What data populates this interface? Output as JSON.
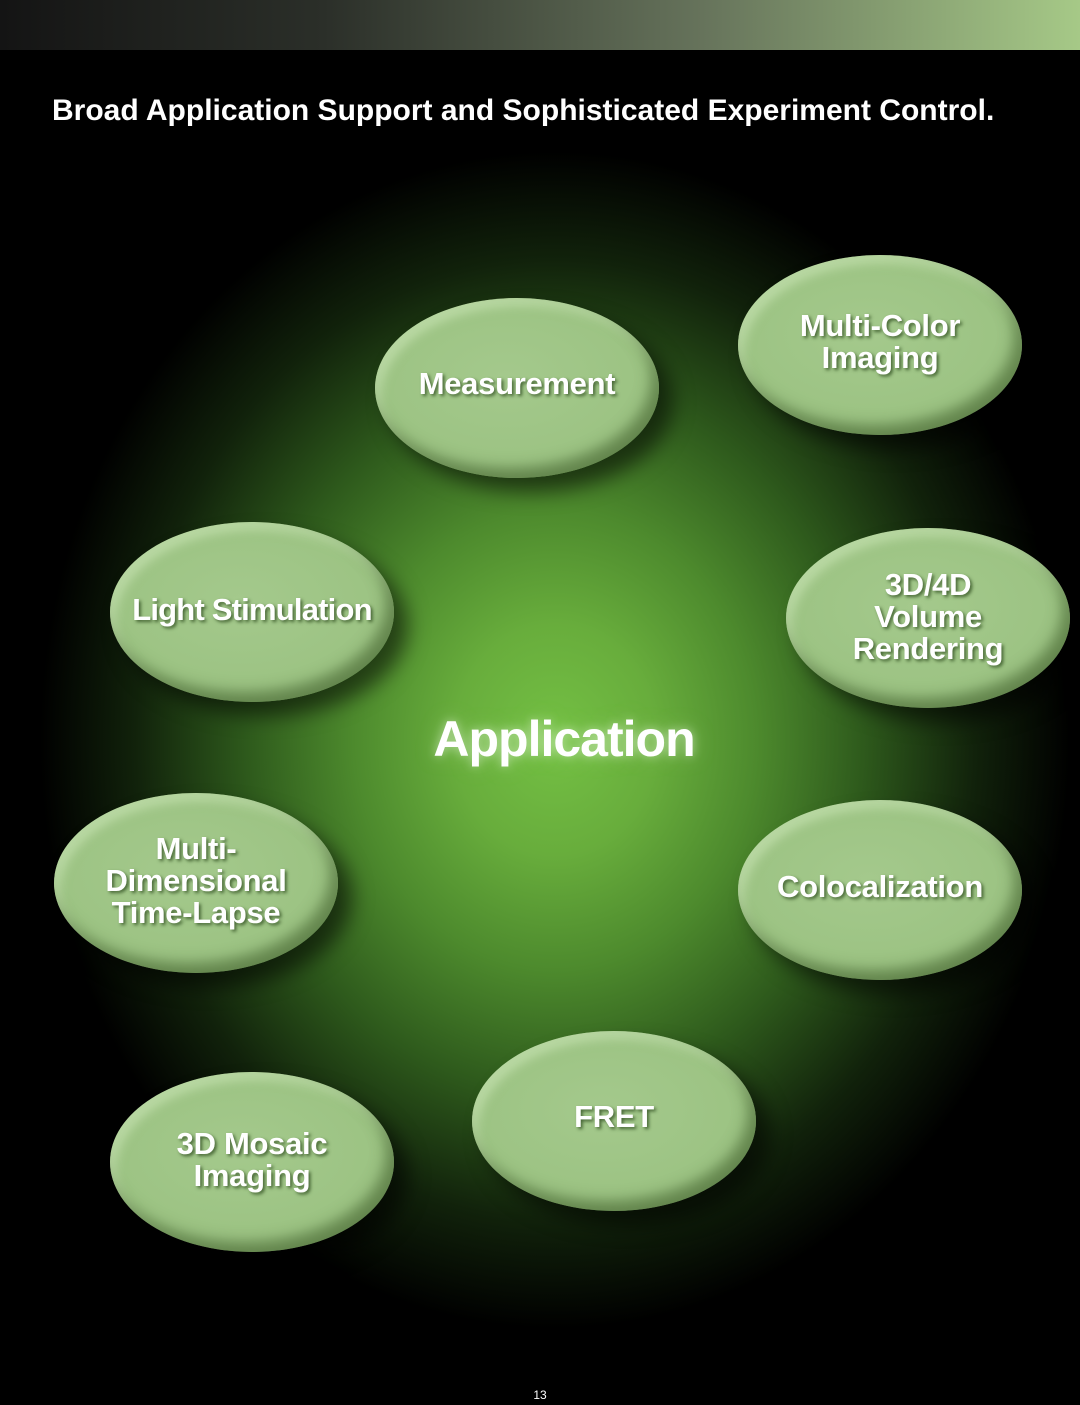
{
  "title": "Broad Application Support and Sophisticated Experiment Control.",
  "center_label": "Application",
  "nodes": [
    {
      "label": "Measurement"
    },
    {
      "label": "Multi-Color\nImaging"
    },
    {
      "label": "Light Stimulation"
    },
    {
      "label": "3D/4D\nVolume\nRendering"
    },
    {
      "label": "Multi-\nDimensional\nTime-Lapse"
    },
    {
      "label": "Colocalization"
    },
    {
      "label": "FRET"
    },
    {
      "label": "3D Mosaic\nImaging"
    }
  ],
  "page_number": "13",
  "colors": {
    "background_glow": "#74c044",
    "node_fill": "#9cc383",
    "text": "#ffffff"
  }
}
